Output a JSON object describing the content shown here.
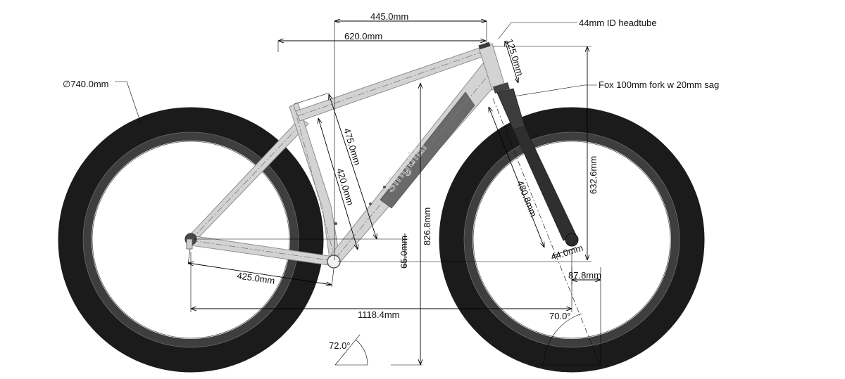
{
  "labels": {
    "head_tube_id": "44mm ID headtube",
    "fork_note": "Fox 100mm fork w 20mm sag",
    "wheel_diameter": "∅740.0mm",
    "reach": "445.0mm",
    "top_tube_length": "620.0mm",
    "head_tube_length": "125.0mm",
    "seat_tube_ctt": "475.0mm",
    "seat_tube_cc": "420.0mm",
    "stack": "632.6mm",
    "fork_length": "480.8mm",
    "fork_offset": "44.0mm",
    "bb_height": "826.8mm",
    "bb_drop": "65.0mm",
    "chainstay": "425.0mm",
    "wheelbase": "1118.4mm",
    "trail": "87.8mm",
    "head_angle": "70.0°",
    "seat_angle": "72.0°"
  },
  "colors": {
    "tire": "#1b1b1b",
    "rim": "#3e3e3e",
    "frame": "#d3d3d3",
    "frame_accent": "#6a6a6a",
    "fork": "#3c3c3c",
    "dimension_line": "#000000"
  },
  "logo_text": "singular"
}
